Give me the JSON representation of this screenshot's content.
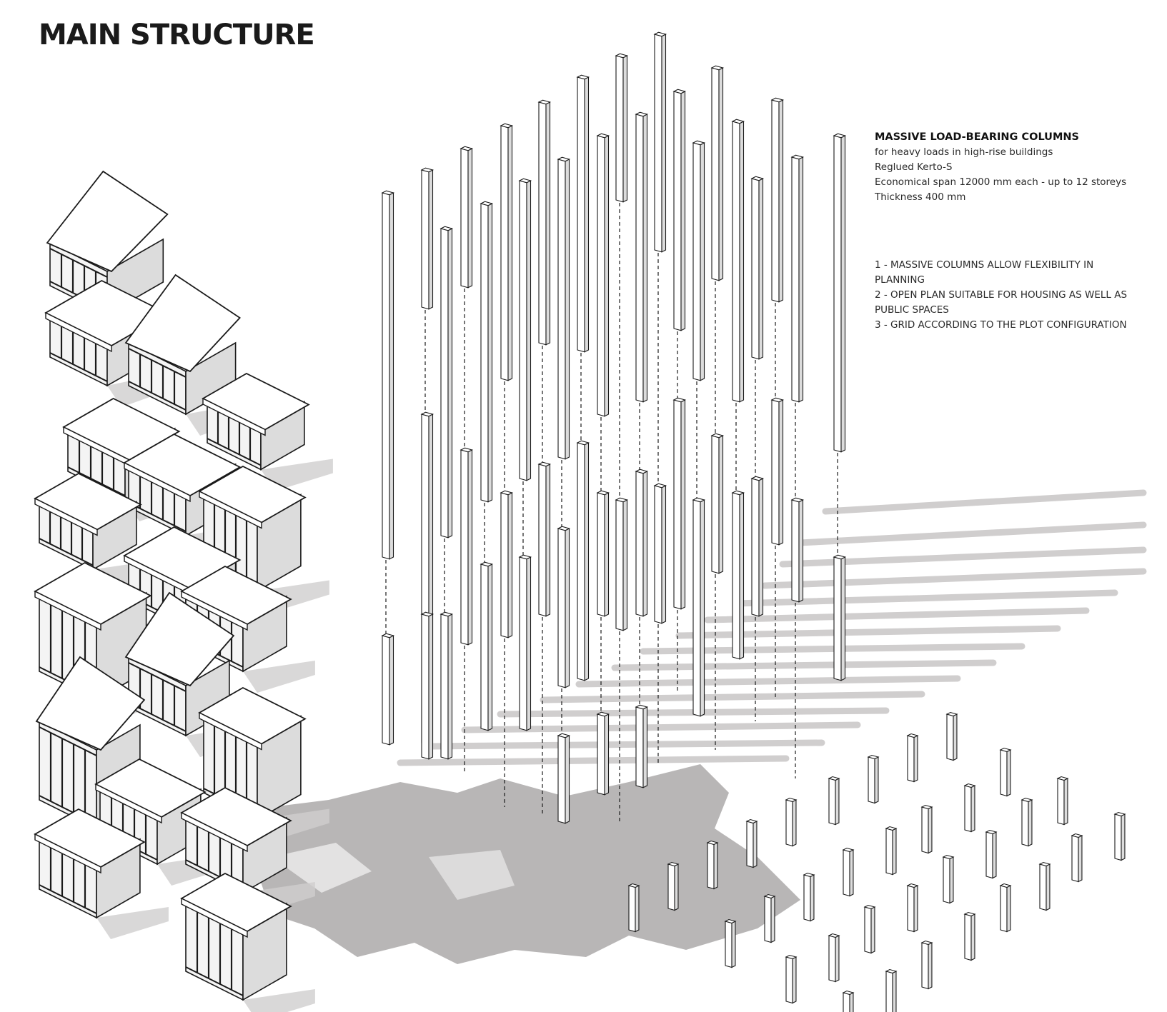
{
  "title": "MAIN STRUCTURE",
  "spec": {
    "heading": "MASSIVE LOAD-BEARING COLUMNS",
    "lines": [
      "for heavy loads in high-rise buildings",
      "Reglued Kerto-S",
      "Economical span 12000 mm each - up to 12 storeys",
      "Thickness  400 mm"
    ]
  },
  "principles": [
    "1 - MASSIVE COLUMNS ALLOW FLEXIBILITY IN PLANNING",
    "2 - OPEN PLAN SUITABLE FOR HOUSING AS WELL AS PUBLIC SPACES",
    "3 - GRID ACCORDING TO THE PLOT CONFIGURATION"
  ],
  "colors": {
    "ink": "#1a1a1a",
    "shadow": "#b8b6b6",
    "shadow_light": "#d0cece",
    "face": "#f4f4f4",
    "side": "#dcdcdc"
  },
  "icons": {
    "modules": "isometric-housing-module-icon",
    "columns": "load-bearing-column-icon"
  }
}
